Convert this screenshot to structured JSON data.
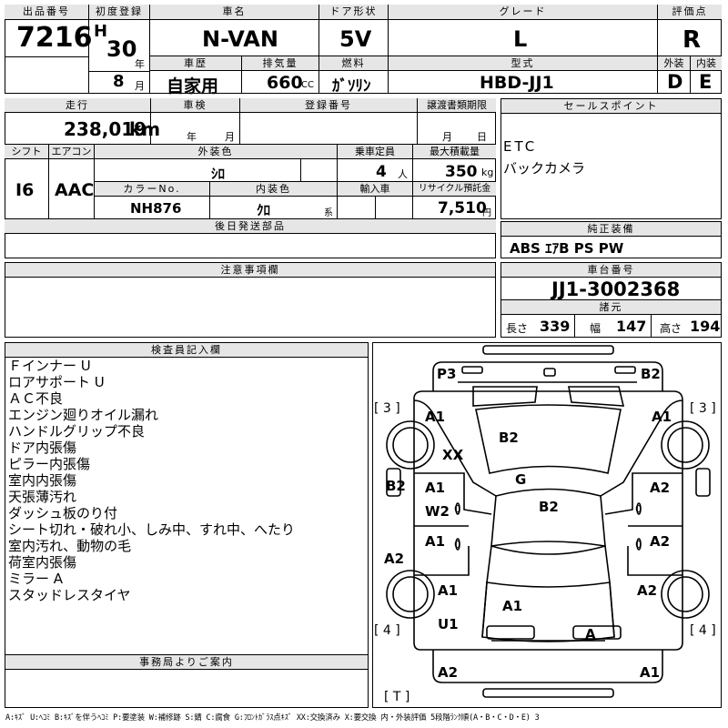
{
  "top": {
    "lot_label": "出品番号",
    "lot_value": "7216",
    "first_reg_label": "初度登録",
    "era": "H",
    "year": "30",
    "year_unit": "年",
    "month": "8",
    "month_unit": "月",
    "model_label": "車名",
    "model_value": "N-VAN",
    "door_label": "ドア形状",
    "door_value": "5V",
    "grade_label": "グレード",
    "grade_value": "L",
    "score_label": "評価点",
    "score_value": "R",
    "history_label": "車歴",
    "history_value": "自家用",
    "displacement_label": "排気量",
    "displacement_value": "660",
    "displacement_unit": "CC",
    "fuel_label": "燃料",
    "fuel_value": "ｶﾞｿﾘﾝ",
    "type_label": "型式",
    "type_value": "HBD-JJ1",
    "exterior_label": "外装",
    "exterior_value": "D",
    "interior_label": "内装",
    "interior_value": "E"
  },
  "mid": {
    "mileage_label": "走行",
    "mileage_value": "238,019",
    "mileage_unit": "km",
    "inspection_label": "車検",
    "inspection_year": "年",
    "inspection_month": "月",
    "regno_label": "登録番号",
    "transfer_label": "譲渡書類期限",
    "transfer_month": "月",
    "transfer_day": "日",
    "shift_label": "シフト",
    "shift_value": "I6",
    "ac_label": "エアコン",
    "ac_value": "AAC",
    "color_label": "外装色",
    "color_value": "ｼﾛ",
    "capacity_label": "乗車定員",
    "capacity_value": "4",
    "capacity_unit": "人",
    "load_label": "最大積載量",
    "load_value": "350",
    "load_unit": "kg",
    "colorno_label": "カラーNo.",
    "colorno_value": "NH876",
    "intcolor_label": "内装色",
    "intcolor_value": "ｸﾛ",
    "intcolor_unit": "系",
    "import_label": "輸入車",
    "recycle_label": "リサイクル預託金",
    "recycle_value": "7,510",
    "recycle_unit": "円",
    "later_label": "後日発送部品",
    "notes_label": "注意事項欄"
  },
  "right": {
    "sales_label": "セールスポイント",
    "sales_lines": [
      "ETC",
      "バックカメラ"
    ],
    "equip_label": "純正装備",
    "equip_value": "ABS ｴｱB PS PW",
    "chassis_label": "車台番号",
    "chassis_value": "JJ1-3002368",
    "spec_label": "諸元",
    "length_label": "長さ",
    "length_value": "339",
    "width_label": "幅",
    "width_value": "147",
    "height_label": "高さ",
    "height_value": "194"
  },
  "inspector": {
    "label": "検査員記入欄",
    "lines": [
      "Ｆインナー U",
      "ロアサポート U",
      "ＡＣ不良",
      "エンジン廻りオイル漏れ",
      "ハンドルグリップ不良",
      "ドア内張傷",
      "ピラー内張傷",
      "室内内張傷",
      "天張薄汚れ",
      "ダッシュ板のり付",
      "シート切れ・破れ小、しみ中、すれ中、へたり",
      "室内汚れ、動物の毛",
      "荷室内張傷",
      "ミラー A",
      "スタッドレスタイヤ"
    ]
  },
  "office": {
    "label": "事務局よりご案内"
  },
  "legend": "A:ｷｽﾞ U:ﾍｺﾐ B:ｷｽﾞを伴うﾍｺﾐ P:要塗装 W:補修跡 S:錆 C:腐食 G:ﾌﾛﾝﾄｶﾞﾗｽ点ｷｽﾞ XX:交換済み X:要交換 内・外装評価 5段階ﾗﾝｸ順(A・B・C・D・E) 3",
  "diagram": {
    "marks": {
      "p3": "P3",
      "b2_top": "B2",
      "a1_fl": "A1",
      "a1_fr": "A1",
      "xx": "XX",
      "b2_hood": "B2",
      "g": "G",
      "b2_roof": "B2",
      "b2_left": "B2",
      "a1_ld1": "A1",
      "w2": "W2",
      "a2_rd1": "A2",
      "a1_ld2": "A1",
      "a2_rd2": "A2",
      "a2_left": "A2",
      "a1_lr": "A1",
      "a2_rr": "A2",
      "a1_rear": "A1",
      "u1": "U1",
      "a_bumper": "A",
      "a2_bl": "A2",
      "a1_br": "A1"
    },
    "tire_labels": {
      "fl": "[ 3 ]",
      "fr": "[ 3 ]",
      "rl": "[ 4 ]",
      "rr": "[ 4 ]",
      "spare": "[ T ]"
    },
    "zero": "0"
  }
}
